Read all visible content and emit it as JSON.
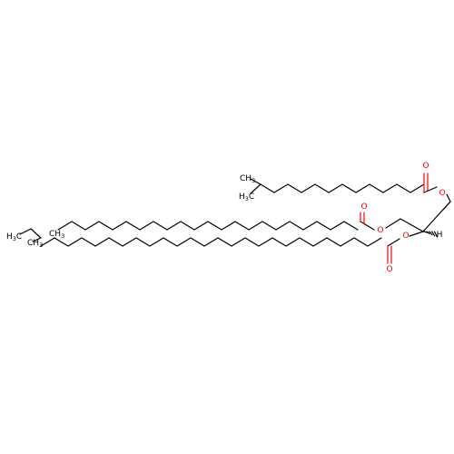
{
  "molecule": {
    "atom_labels": {
      "o_ester_top": "O",
      "o_carbonyl_top": "O",
      "o_ester_mid": "O",
      "o_carbonyl_mid": "O",
      "o_ester_low": "O",
      "o_carbonyl_low": "O",
      "h_stereo": "H",
      "ch3_a_main": "CH",
      "ch3_a_sub": "3",
      "h3c_b_h": "H",
      "h3c_b_sub": "3",
      "h3c_b_c": "C",
      "ch3_c_main": "CH",
      "ch3_c_sub": "3",
      "h3c_d_h": "H",
      "h3c_d_sub": "3",
      "h3c_d_c": "C",
      "ch3_e_main": "CH",
      "ch3_e_sub": "3"
    },
    "colors": {
      "bond": "#000000",
      "oxygen": "#ff0000"
    }
  }
}
